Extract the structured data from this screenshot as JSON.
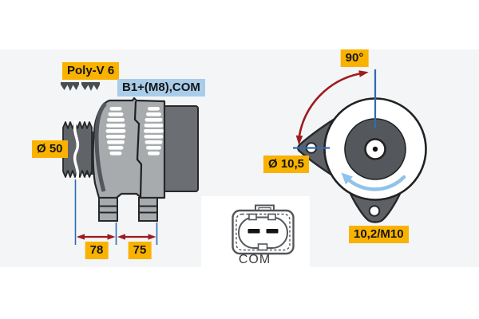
{
  "drawing": {
    "type": "alternator technical drawing",
    "side_view": {
      "belt_label": "Poly-V 6",
      "terminal_label": "B1+(M8),COM",
      "pulley_diameter": "Ø 50",
      "dim_front": "78",
      "dim_rear": "75"
    },
    "front_view": {
      "swing_angle": "90°",
      "lug_hole_diameter": "Ø 10,5",
      "mounting_thread": "10,2/M10"
    },
    "connector": {
      "label": "COM"
    },
    "colors": {
      "canvas_bg": "#f3f5f7",
      "label_yellow": "#f9b200",
      "label_blue": "#a9cce9",
      "dimension_red": "#9e1b1e",
      "dimension_blue": "#2f6cb3",
      "rotation_arrow_blue": "#8fc3ec",
      "body_gray": "#a7abae",
      "dark_gray": "#55585c",
      "rear_cover_gray": "#6b6f73",
      "outline": "#26282a"
    }
  }
}
